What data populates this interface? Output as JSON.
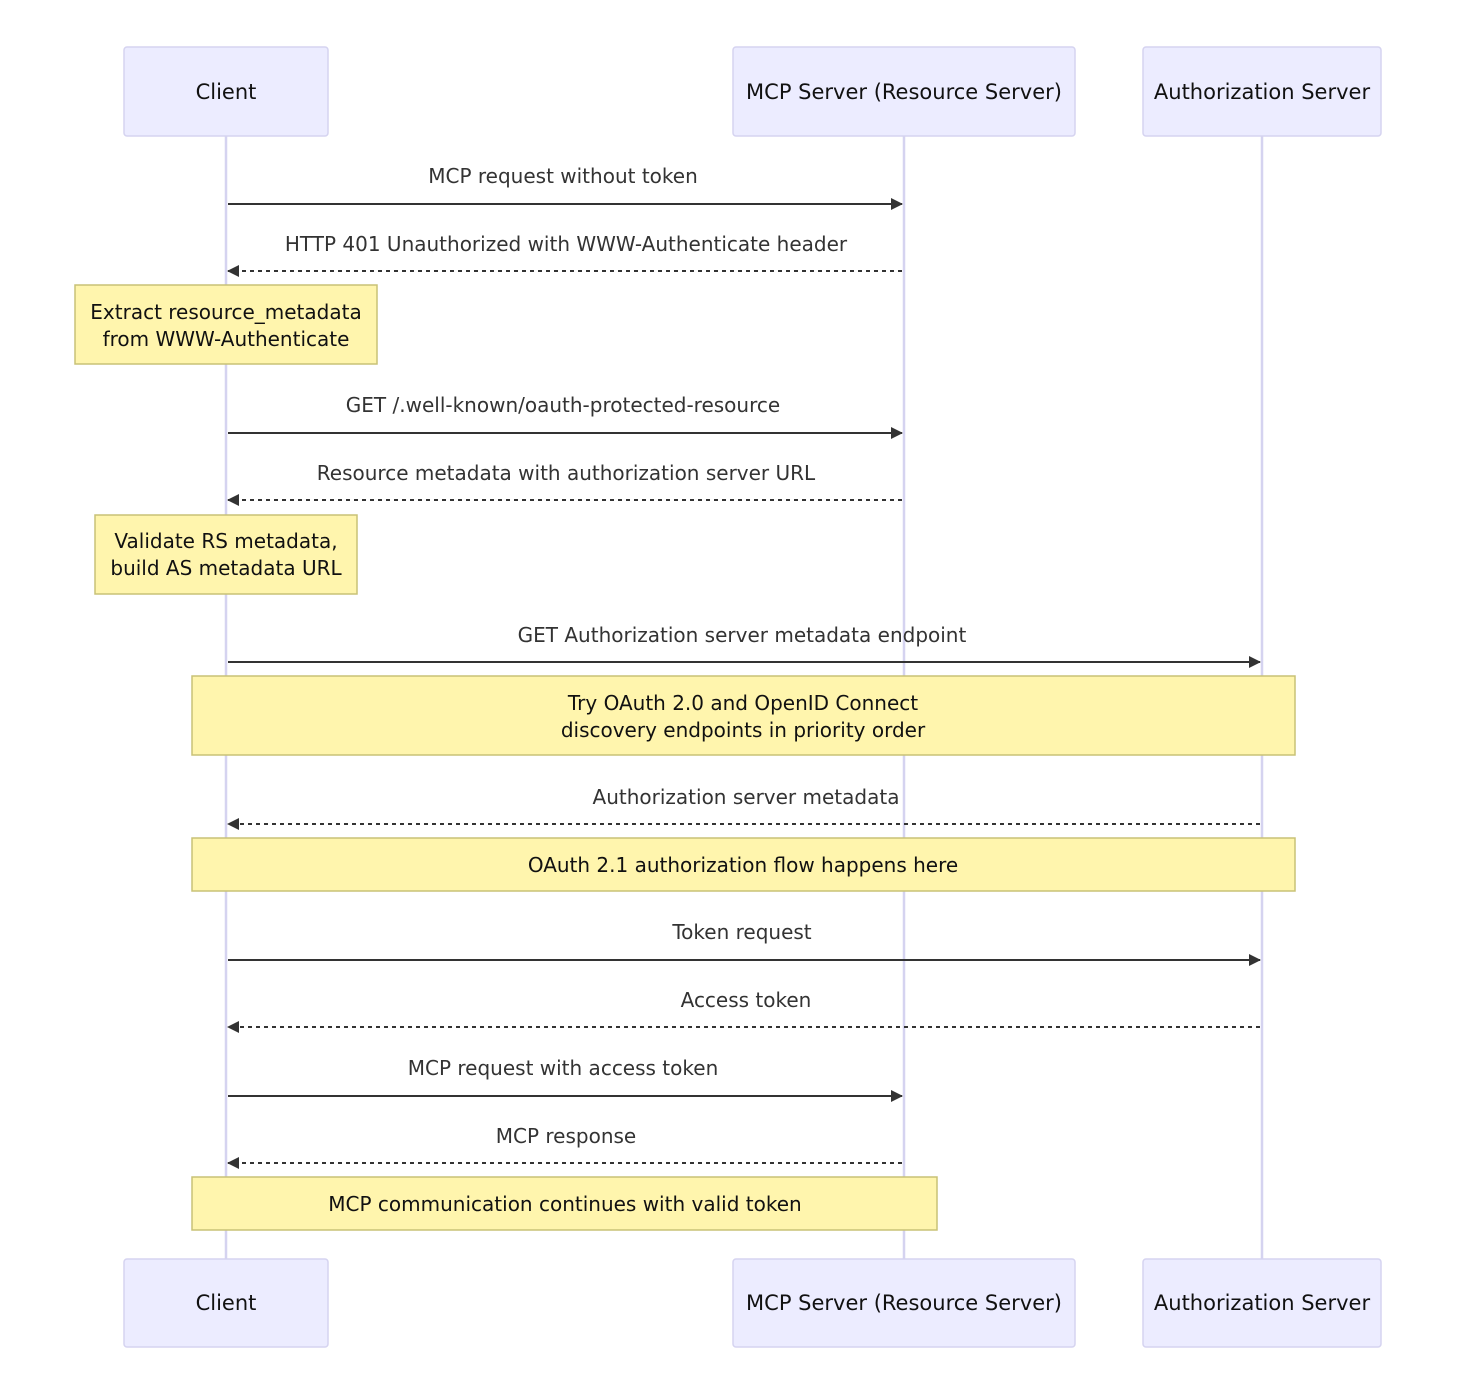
{
  "participants": {
    "client": "Client",
    "mcp_server": "MCP Server (Resource Server)",
    "auth_server": "Authorization Server"
  },
  "messages": {
    "m1": "MCP request without token",
    "m2": "HTTP 401 Unauthorized with WWW-Authenticate header",
    "m3": "GET /.well-known/oauth-protected-resource",
    "m4": "Resource metadata with authorization server URL",
    "m5": "GET Authorization server metadata endpoint",
    "m6": "Authorization server metadata",
    "m7": "Token request",
    "m8": "Access token",
    "m9": "MCP request with access token",
    "m10": "MCP response"
  },
  "notes": {
    "n1": [
      "Extract resource_metadata",
      "from WWW-Authenticate"
    ],
    "n2": [
      "Validate RS metadata,",
      "build AS metadata URL"
    ],
    "n3": [
      "Try OAuth 2.0 and OpenID Connect",
      "discovery endpoints in priority order"
    ],
    "n4": [
      "OAuth 2.1 authorization flow happens here"
    ],
    "n5": [
      "MCP communication continues with valid token"
    ]
  },
  "colors": {
    "actor_fill": "#ECECFF",
    "actor_stroke": "#D5D3F0",
    "note_fill": "#FFF5AD",
    "note_stroke": "#C8C276",
    "line": "#333333"
  }
}
